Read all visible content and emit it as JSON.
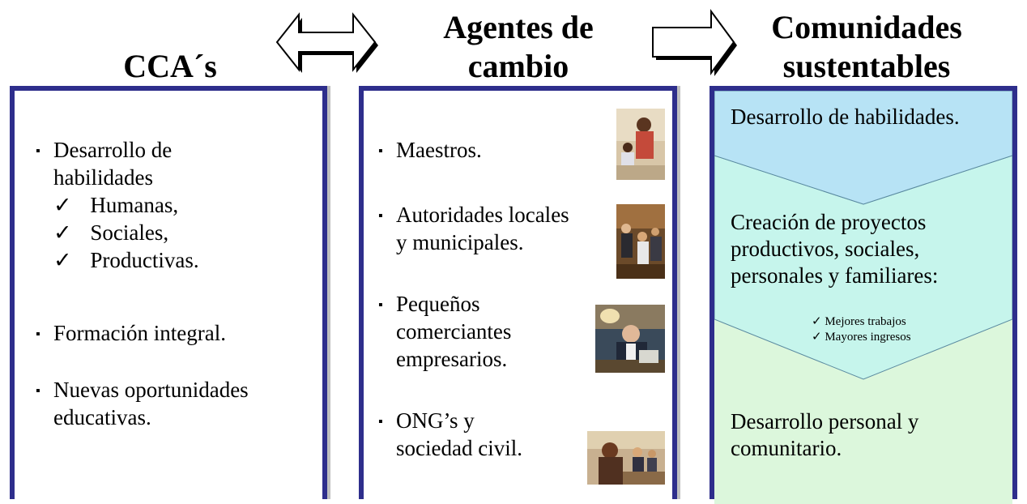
{
  "columns": {
    "left": {
      "heading": "CCA´s",
      "items": [
        {
          "lines": [
            "Desarrollo de",
            "habilidades"
          ],
          "subitems": [
            "Humanas,",
            "Sociales,",
            "Productivas."
          ]
        },
        {
          "lines": [
            "Formación integral."
          ]
        },
        {
          "lines": [
            "Nuevas oportunidades",
            "educativas."
          ]
        }
      ]
    },
    "middle": {
      "heading_lines": [
        "Agentes de",
        "cambio"
      ],
      "items": [
        {
          "lines": [
            "Maestros."
          ],
          "photo": "teacher-photo"
        },
        {
          "lines": [
            "Autoridades locales",
            "y municipales."
          ],
          "photo": "authorities-photo"
        },
        {
          "lines": [
            "Pequeños",
            "comerciantes",
            "empresarios."
          ],
          "photo": "businessman-photo"
        },
        {
          "lines": [
            "ONG’s y",
            "sociedad civil."
          ],
          "photo": "meeting-photo"
        }
      ]
    },
    "right": {
      "heading_lines": [
        "Comunidades",
        "sustentables"
      ],
      "stages": [
        {
          "text": "Desarrollo de habilidades.",
          "color": "#b7e3f5"
        },
        {
          "lines": [
            "Creación de proyectos",
            "productivos, sociales,",
            "personales y familiares:"
          ],
          "checks": [
            "Mejores trabajos",
            "Mayores ingresos"
          ],
          "color": "#c6f5ec"
        },
        {
          "lines": [
            "Desarrollo personal y",
            "comunitario."
          ],
          "color": "#dcf7dc"
        }
      ]
    }
  },
  "arrows": [
    "double-arrow-icon",
    "right-arrow-icon"
  ],
  "colors": {
    "panel_border": "#2e2e8c",
    "shadow": "#bfbfbf"
  },
  "glyphs": {
    "bullet": "▪",
    "check": "✓"
  }
}
